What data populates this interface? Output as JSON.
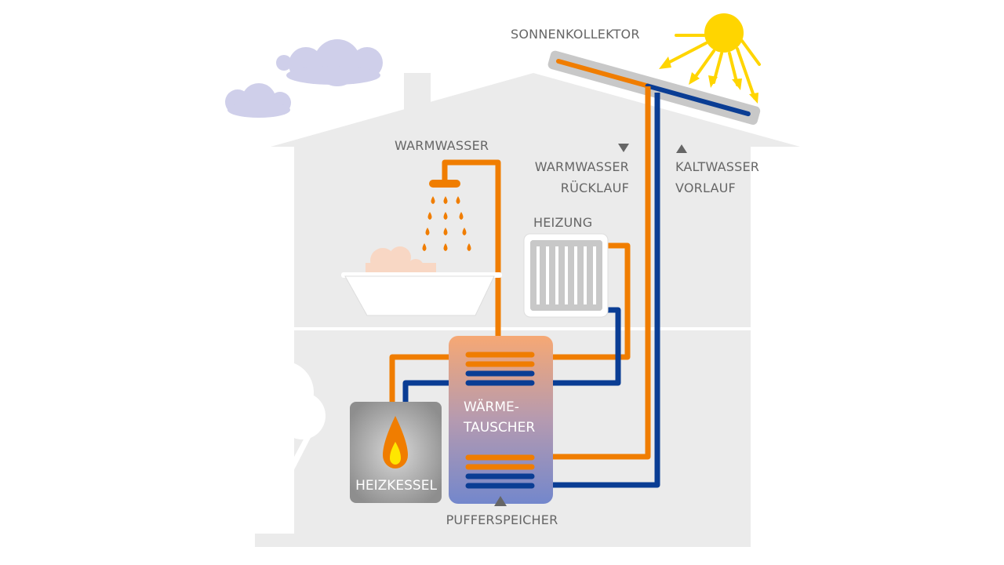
{
  "labels": {
    "collector": "SONNENKOLLEKTOR",
    "hot_water": "WARMWASSER",
    "return_line1": "WARMWASSER",
    "return_line2": "RÜCKLAUF",
    "supply_line1": "KALTWASSER",
    "supply_line2": "VORLAUF",
    "heating": "HEIZUNG",
    "exchanger_line1": "WÄRME-",
    "exchanger_line2": "TAUSCHER",
    "boiler": "HEIZKESSEL",
    "buffer": "PUFFERSPEICHER"
  },
  "colors": {
    "hot_pipe": "#F07D00",
    "cold_pipe": "#0A3D94",
    "house": "#EBEBEB",
    "sun": "#FFD500",
    "clouds": "#CFCFEA"
  }
}
